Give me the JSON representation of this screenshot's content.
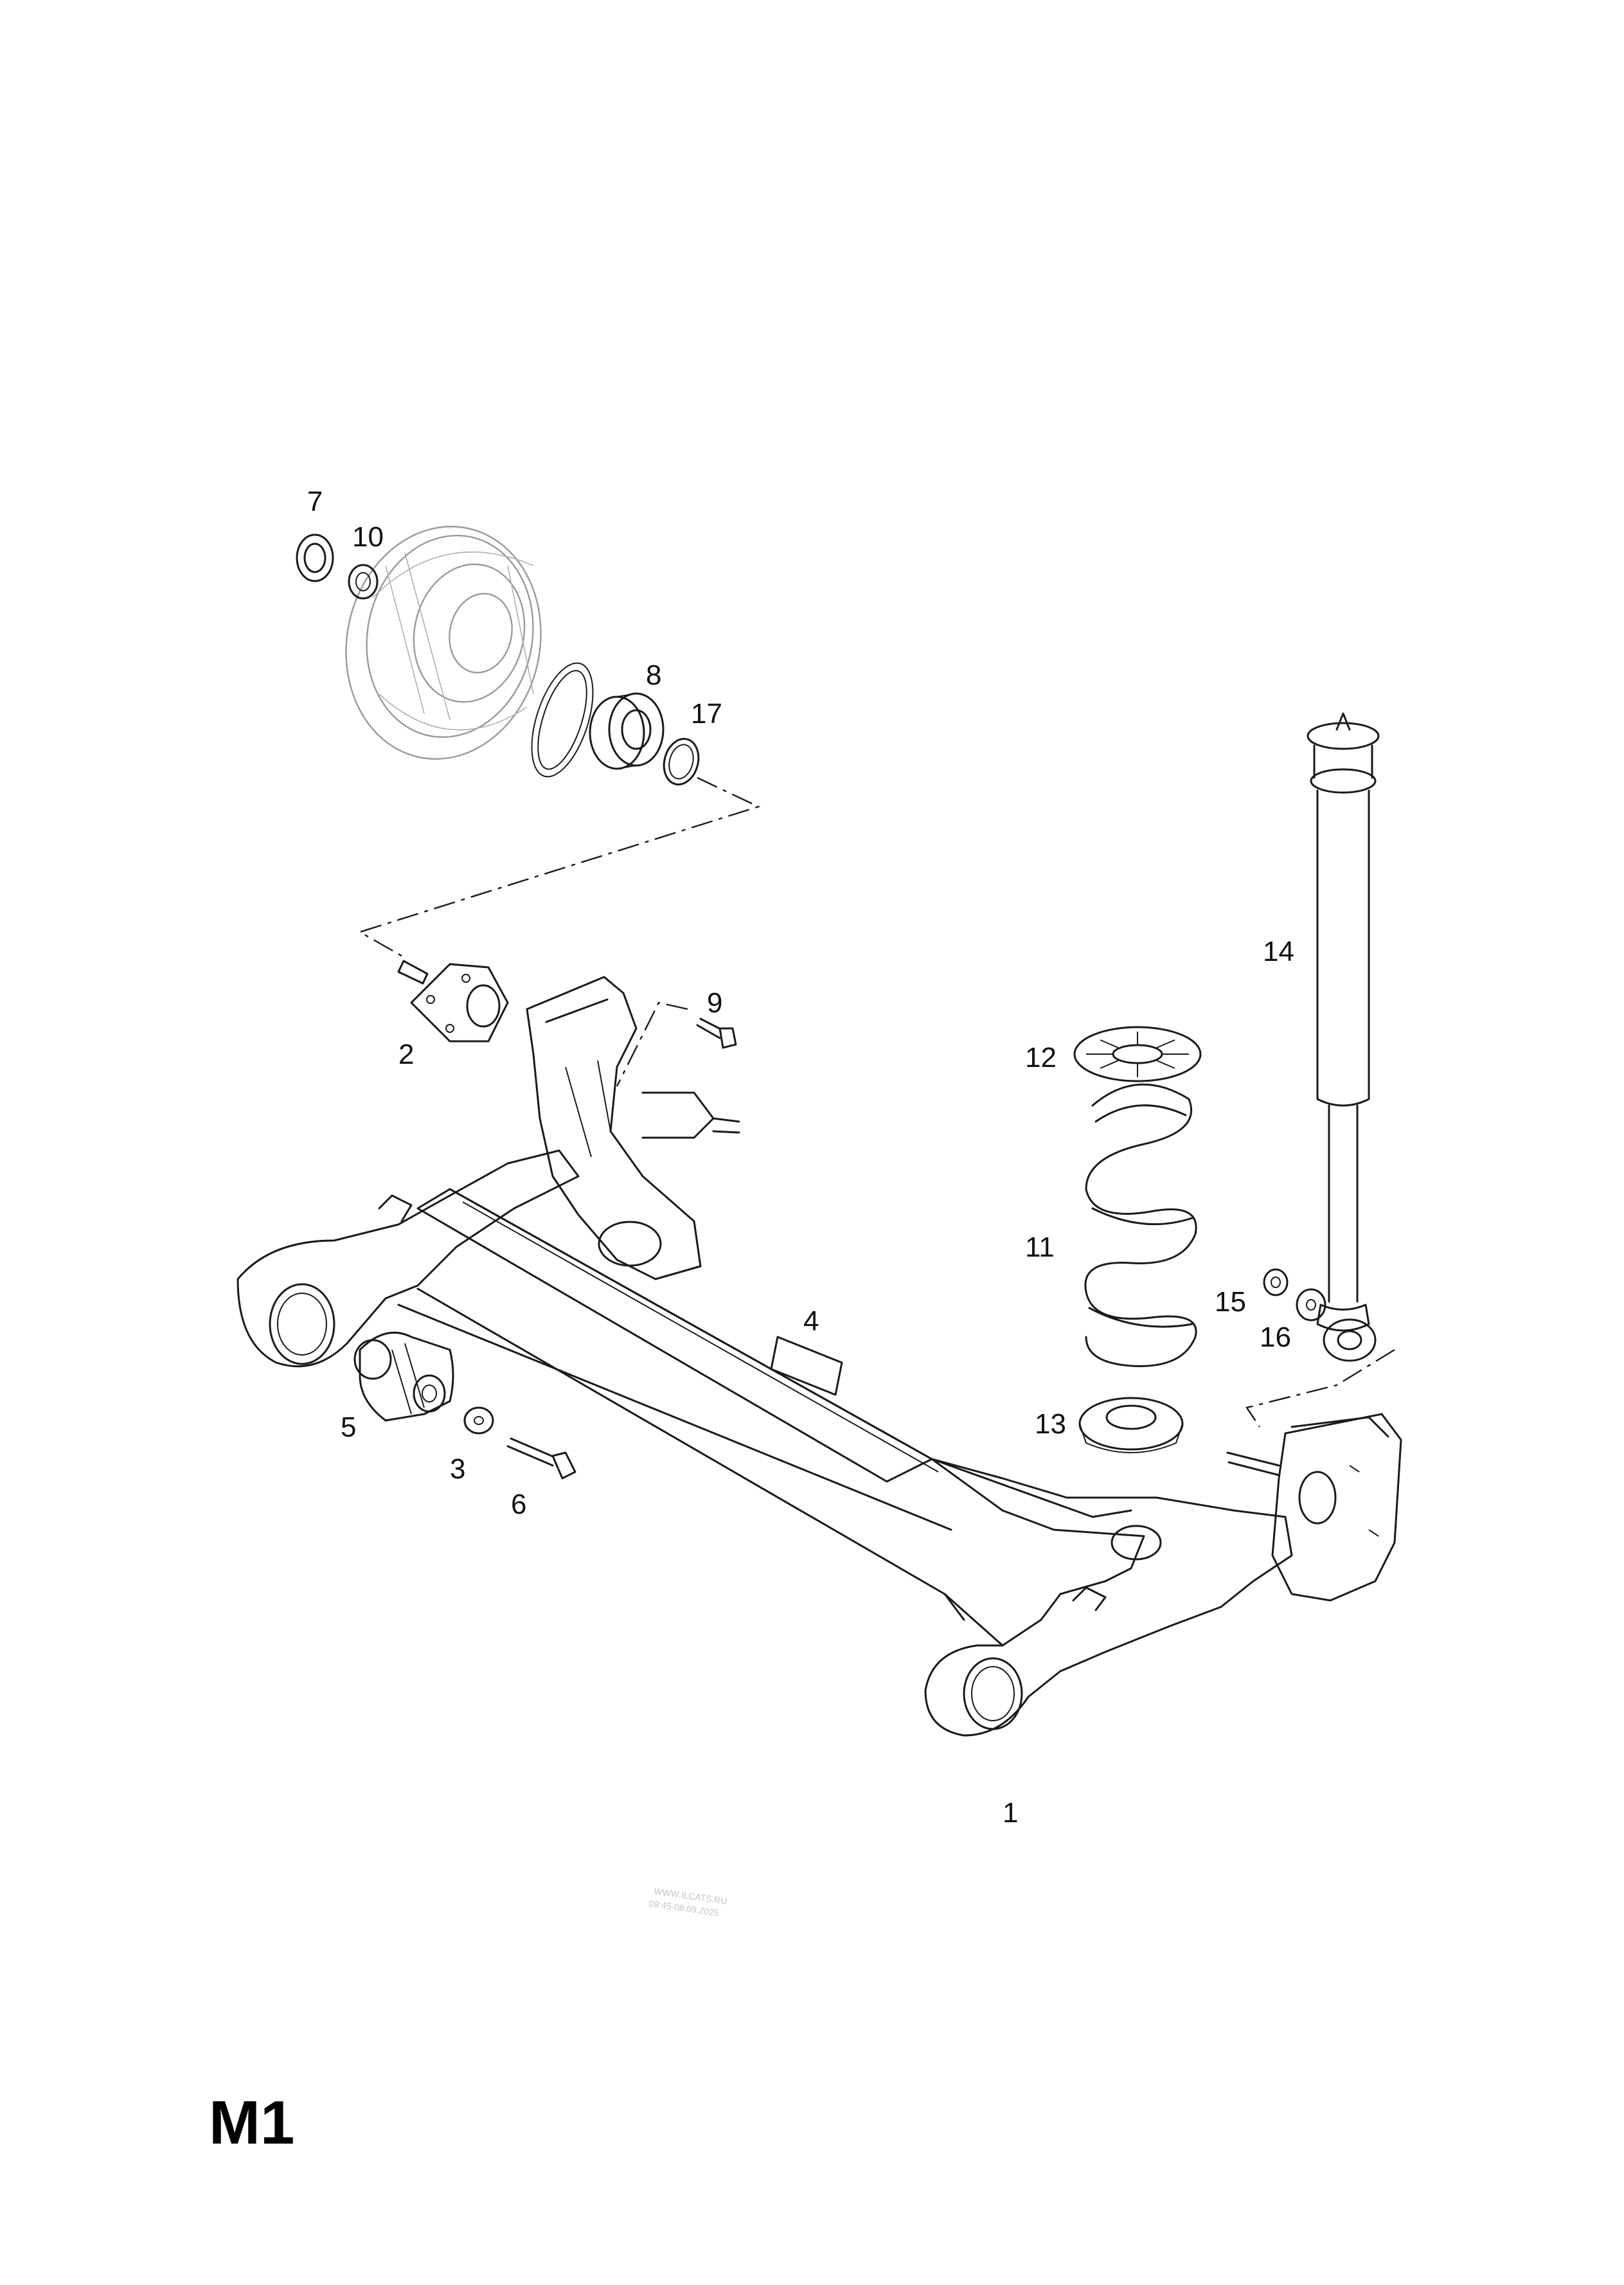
{
  "diagram": {
    "page_code": "M1",
    "watermark": [
      "WWW.ILCATS.RU",
      "09:45-08.09.2025"
    ],
    "callouts": [
      "1",
      "2",
      "3",
      "4",
      "5",
      "6",
      "7",
      "8",
      "9",
      "10",
      "11",
      "12",
      "13",
      "14",
      "15",
      "16",
      "17"
    ]
  }
}
